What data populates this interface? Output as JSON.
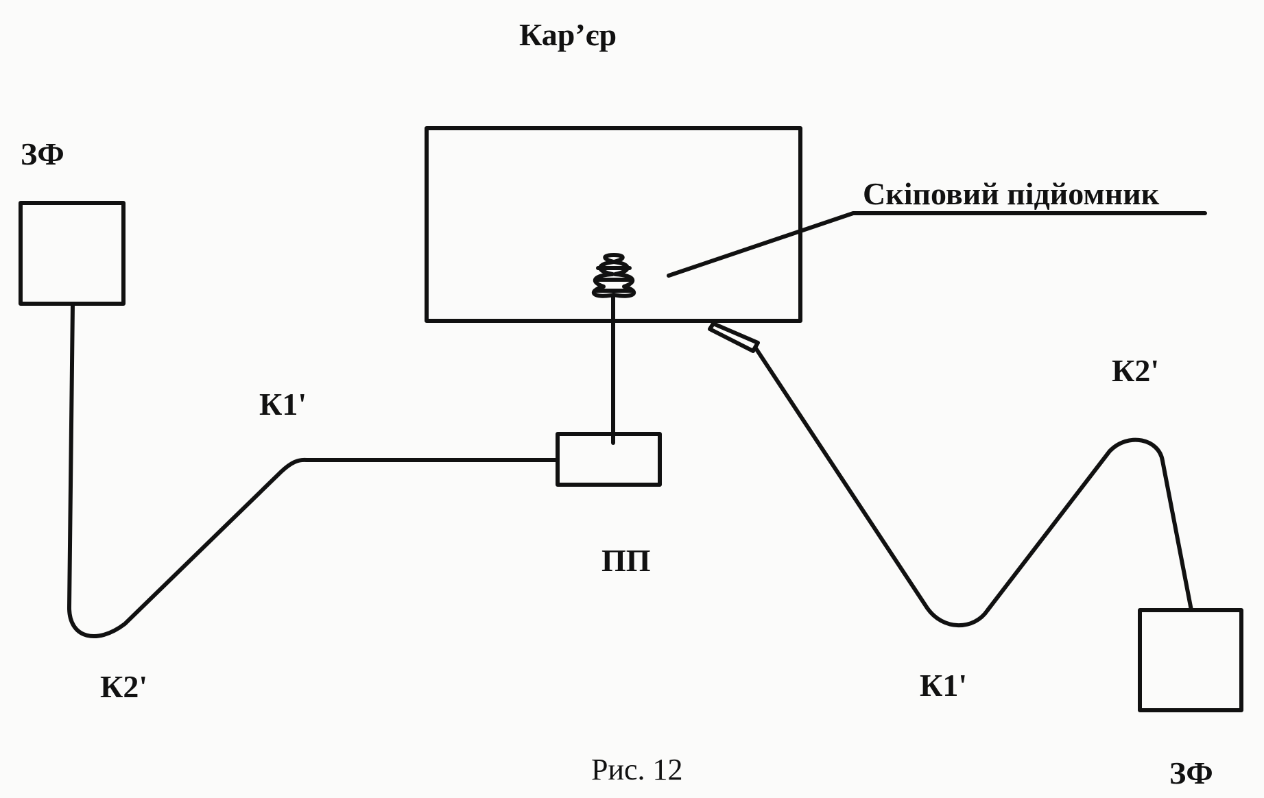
{
  "labels": {
    "quarry": "Кар’єр",
    "filter_left": "ЗФ",
    "filter_right": "ЗФ",
    "skip_hoist": "Скіповий підйомник",
    "k1_left": "К1'",
    "k2_left": "К2'",
    "k1_right": "К1'",
    "k2_right": "К2'",
    "pp": "ПП",
    "caption": "Рис. 12"
  }
}
